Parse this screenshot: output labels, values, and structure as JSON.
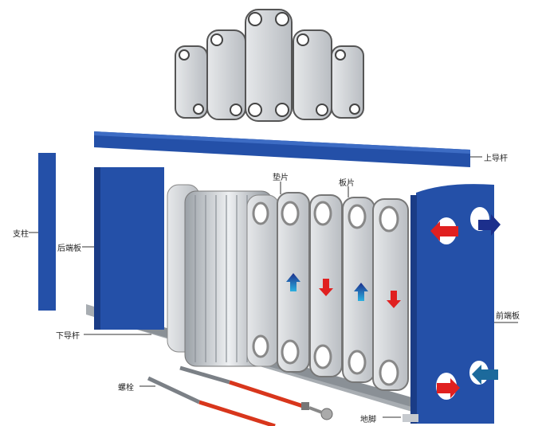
{
  "labels": {
    "upper_guide_bar": "上导杆",
    "gasket": "垫片",
    "plate": "板片",
    "support_column": "支柱",
    "rear_end_plate": "后端板",
    "front_end_plate": "前端板",
    "lower_guide_bar": "下导杆",
    "bolt": "螺栓",
    "foot": "地脚"
  },
  "colors": {
    "frame_blue": "#2450a8",
    "plate_grey": "#c9ccd0",
    "hot_arrow": "#e02020",
    "cold_arrow": "#1c3c9c"
  }
}
